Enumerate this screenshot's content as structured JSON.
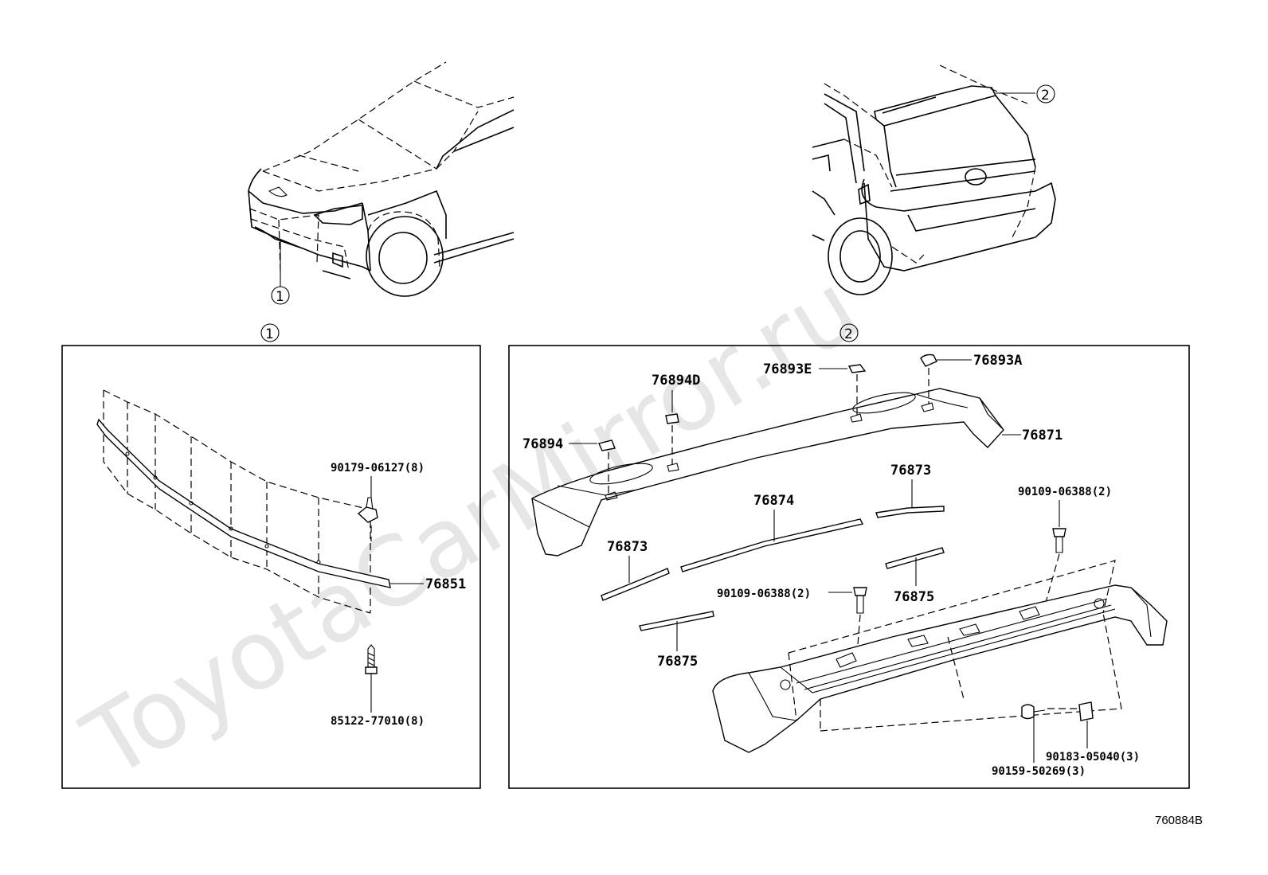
{
  "watermark": "ToyotaCarMirror.ru",
  "figure_ref": "760884B",
  "callouts": {
    "c1": "1",
    "c2": "2"
  },
  "left_panel": {
    "parts": {
      "p76851": "76851",
      "p90179": "90179-06127(8)",
      "p85122": "85122-77010(8)"
    }
  },
  "right_panel": {
    "parts": {
      "p76893A": "76893A",
      "p76893E": "76893E",
      "p76894D": "76894D",
      "p76894": "76894",
      "p76871": "76871",
      "p76873a": "76873",
      "p76873b": "76873",
      "p76874": "76874",
      "p90109a": "90109-06388(2)",
      "p90109b": "90109-06388(2)",
      "p76875a": "76875",
      "p76875b": "76875",
      "p90183": "90183-05040(3)",
      "p90159": "90159-50269(3)"
    }
  }
}
